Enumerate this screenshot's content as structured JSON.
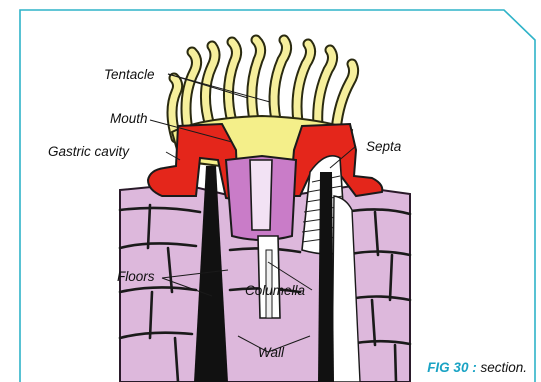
{
  "colors": {
    "frame": "#2fb3c8",
    "tentacle": "#f6ef9c",
    "mouth": "#f4ef8a",
    "red": "#e4261b",
    "tissue": "#ddb8dc",
    "pink": "#c97cc8",
    "black": "#111111",
    "caption_accent": "#1aa3c4"
  },
  "labels": {
    "tentacle": "Tentacle",
    "mouth": "Mouth",
    "gastric_cavity": "Gastric cavity",
    "septa": "Septa",
    "floors": "Floors",
    "columella": "Columella",
    "wall": "Wall"
  },
  "caption": {
    "fig": "FIG 30 :",
    "text": "section."
  }
}
